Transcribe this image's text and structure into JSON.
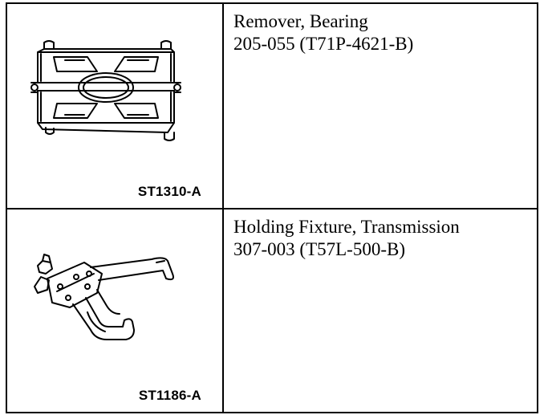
{
  "tools": [
    {
      "image_code": "ST1310-A",
      "illustration": "bearing-remover-icon",
      "name": "Remover, Bearing",
      "part_number": "205-055 (T71P-4621-B)"
    },
    {
      "image_code": "ST1186-A",
      "illustration": "transmission-holding-fixture-icon",
      "name": "Holding Fixture, Transmission",
      "part_number": "307-003 (T57L-500-B)"
    }
  ]
}
